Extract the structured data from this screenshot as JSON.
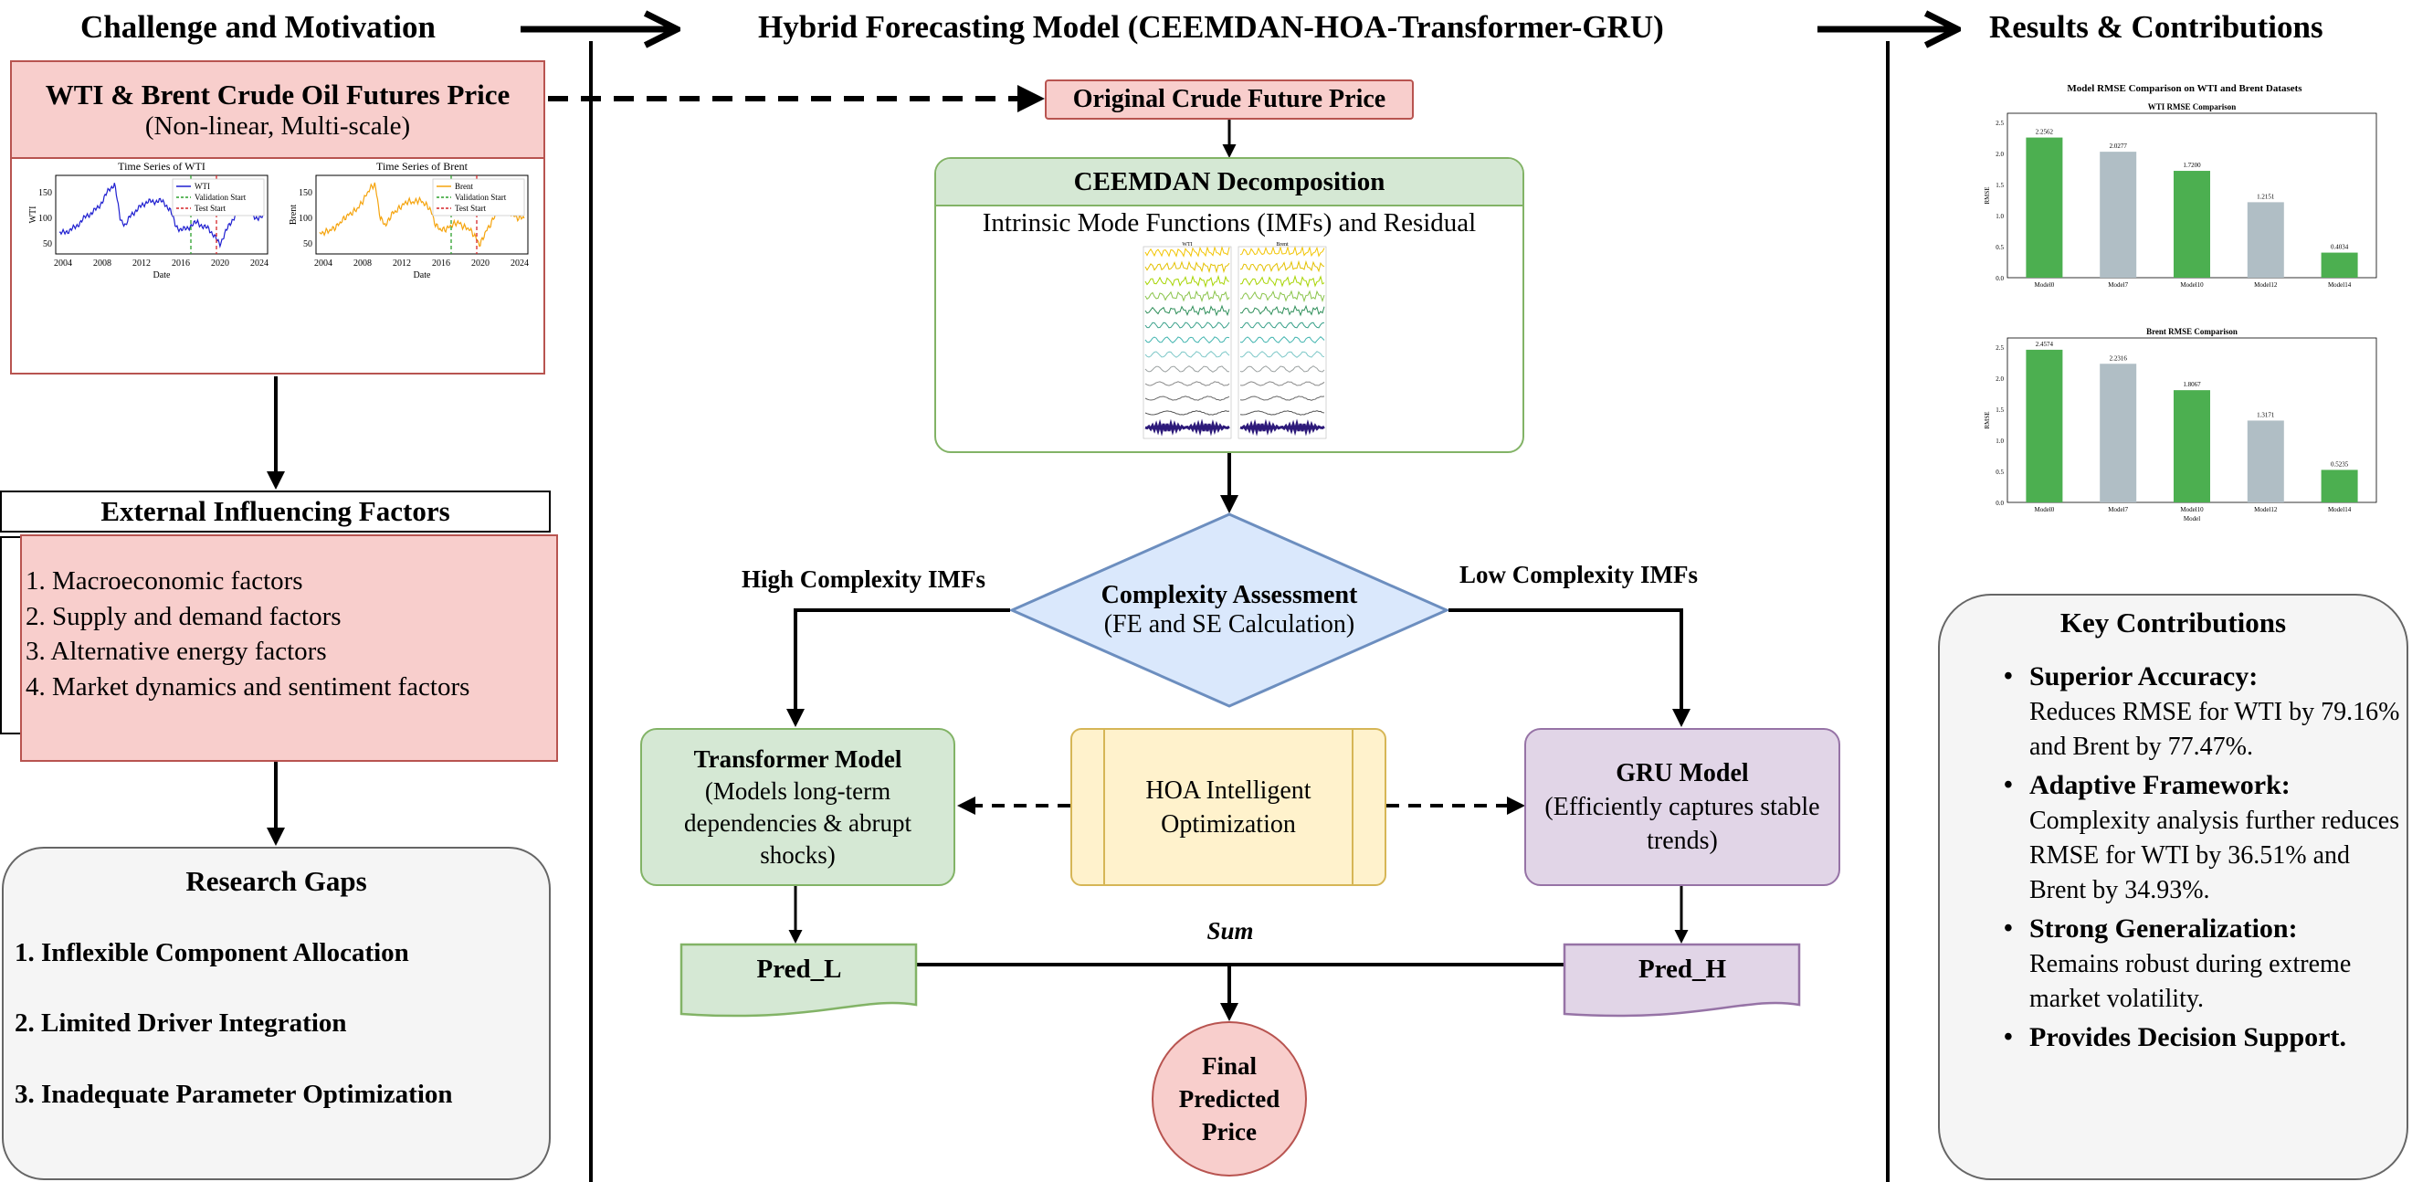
{
  "columns": {
    "left": "Challenge and Motivation",
    "middle": "Hybrid Forecasting Model (CEEMDAN-HOA-Transformer-GRU)",
    "right": "Results & Contributions"
  },
  "wti_box": {
    "title": "WTI & Brent Crude Oil Futures Price",
    "subtitle": "(Non-linear, Multi-scale)",
    "wti_chart": {
      "title": "Time Series of WTI",
      "ylabel": "WTI",
      "xlabel": "Date",
      "yticks": [
        "50",
        "100",
        "150"
      ],
      "xticks": [
        "2004",
        "2008",
        "2012",
        "2016",
        "2020",
        "2024"
      ],
      "legend": [
        "WTI",
        "Validation Start",
        "Test Start"
      ],
      "color": "#1f1fd0"
    },
    "brent_chart": {
      "title": "Time Series of Brent",
      "ylabel": "Brent",
      "xlabel": "Date",
      "yticks": [
        "50",
        "100",
        "150"
      ],
      "xticks": [
        "2004",
        "2008",
        "2012",
        "2016",
        "2020",
        "2024"
      ],
      "legend": [
        "Brent",
        "Validation Start",
        "Test Start"
      ],
      "color": "#f5a40e"
    }
  },
  "external": {
    "title": "External Influencing Factors",
    "items": [
      "1. Macroeconomic factors",
      "2. Supply and demand factors",
      "3. Alternative energy factors",
      "4. Market dynamics and sentiment factors"
    ]
  },
  "gaps": {
    "title": "Research Gaps",
    "items": [
      "1. Inflexible Component Allocation",
      "2. Limited Driver Integration",
      "3. Inadequate Parameter Optimization"
    ]
  },
  "model": {
    "original": "Original Crude Future Price",
    "ceemdan_title": "CEEMDAN Decomposition",
    "ceemdan_subtitle": "Intrinsic Mode Functions (IMFs) and Residual",
    "imf_panel_titles": [
      "WTI",
      "Brent"
    ],
    "complexity_title": "Complexity Assessment",
    "complexity_sub": "(FE and SE Calculation)",
    "high_label": "High Complexity IMFs",
    "low_label": "Low Complexity IMFs",
    "transformer_title": "Transformer Model",
    "transformer_sub": "(Models long-term dependencies & abrupt shocks)",
    "hoa_line1": "HOA Intelligent",
    "hoa_line2": "Optimization",
    "gru_title": "GRU Model",
    "gru_sub": "(Efficiently captures stable trends)",
    "pred_l": "Pred_L",
    "pred_h": "Pred_H",
    "sum_label": "Sum",
    "final": [
      "Final",
      "Predicted",
      "Price"
    ]
  },
  "results": {
    "chart_title": "Model RMSE Comparison on WTI and Brent Datasets",
    "colors": {
      "best": "#4caf50",
      "other": "#b0bec5"
    }
  },
  "chart_data": [
    {
      "type": "bar",
      "title": "WTI RMSE Comparison",
      "ylabel": "RMSE",
      "xlabel": "",
      "categories": [
        "Model0",
        "Model7",
        "Model10",
        "Model12",
        "Model14"
      ],
      "values": [
        2.2562,
        2.0277,
        1.72,
        1.2151,
        0.4034
      ],
      "highlight": [
        true,
        false,
        true,
        false,
        true
      ],
      "ylim": [
        0,
        2.5
      ],
      "yticks": [
        "0.0",
        "0.5",
        "1.0",
        "1.5",
        "2.0",
        "2.5"
      ]
    },
    {
      "type": "bar",
      "title": "Brent RMSE Comparison",
      "ylabel": "RMSE",
      "xlabel": "Model",
      "categories": [
        "Model0",
        "Model7",
        "Model10",
        "Model12",
        "Model14"
      ],
      "values": [
        2.4574,
        2.2316,
        1.8067,
        1.3171,
        0.5235
      ],
      "highlight": [
        true,
        false,
        true,
        false,
        true
      ],
      "ylim": [
        0,
        2.5
      ],
      "yticks": [
        "0.0",
        "0.5",
        "1.0",
        "1.5",
        "2.0",
        "2.5"
      ]
    }
  ],
  "contributions": {
    "title": "Key Contributions",
    "items": [
      {
        "head": "Superior Accuracy:",
        "body": "Reduces RMSE for WTI by 79.16% and Brent by 77.47%."
      },
      {
        "head": "Adaptive Framework:",
        "body": "Complexity analysis further reduces RMSE for WTI by 36.51% and Brent by 34.93%."
      },
      {
        "head": "Strong Generalization:",
        "body": "Remains robust during extreme market volatility."
      },
      {
        "head": "Provides Decision Support.",
        "body": ""
      }
    ]
  }
}
